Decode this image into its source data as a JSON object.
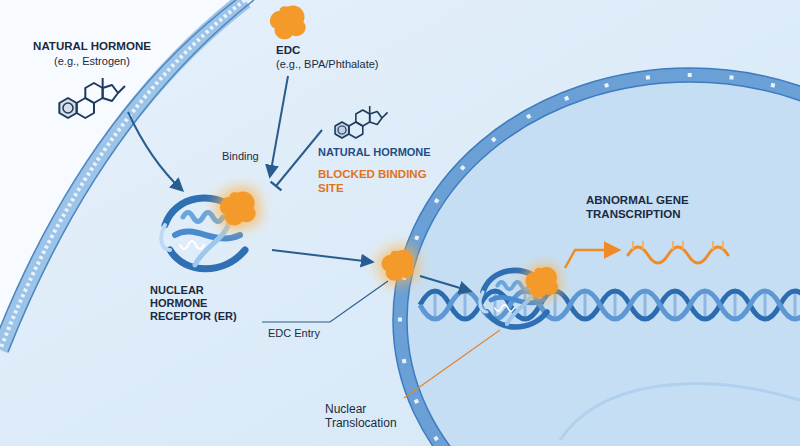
{
  "diagram": {
    "labels": [
      "NATURAL HORMONE",
      "(e.g., Estrogen)",
      "EDC",
      "(e.g., BPA/Phthalate)",
      "Binding",
      "NATURAL HORMONE",
      "BLOCKED BINDING SITE",
      "ABNORMAL GENE TRANSCRIPTION",
      "NUCLEAR HORMONE RECEPTOR (ER)",
      "EDC Entry",
      "Nuclear Translocation"
    ]
  }
}
